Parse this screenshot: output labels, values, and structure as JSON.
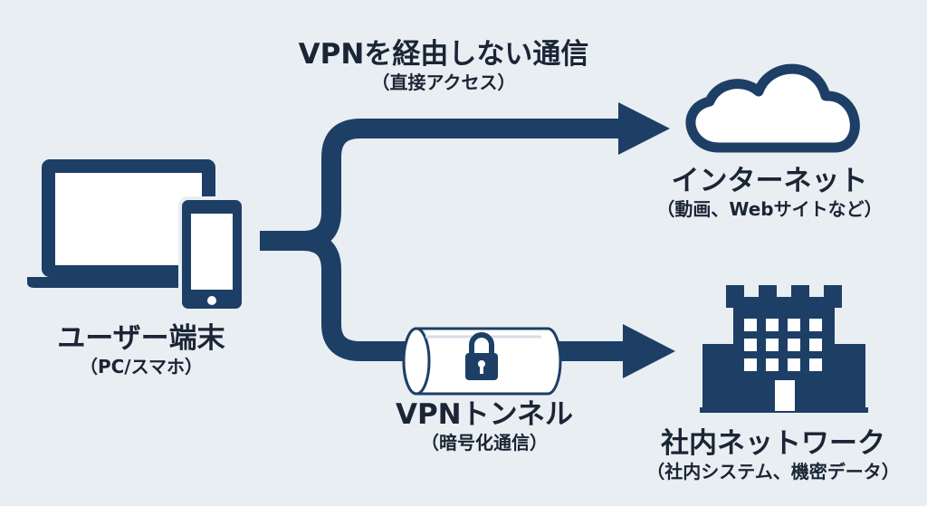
{
  "colors": {
    "background": "#e9eef3",
    "navy": "#1d3f66",
    "text": "#1a2535",
    "white": "#ffffff"
  },
  "nodes": {
    "user": {
      "title": "ユーザー端末",
      "subtitle": "（PC/スマホ）",
      "icons": [
        "laptop-icon",
        "smartphone-icon"
      ]
    },
    "internet": {
      "title": "インターネット",
      "subtitle": "（動画、Webサイトなど）",
      "icon": "cloud-icon"
    },
    "corporate": {
      "title": "社内ネットワーク",
      "subtitle": "（社内システム、機密データ）",
      "icon": "building-icon"
    }
  },
  "paths": {
    "direct": {
      "title": "VPNを経由しない通信",
      "subtitle": "（直接アクセス）"
    },
    "vpn": {
      "title": "VPNトンネル",
      "subtitle": "（暗号化通信）",
      "icon": "lock-icon"
    }
  }
}
